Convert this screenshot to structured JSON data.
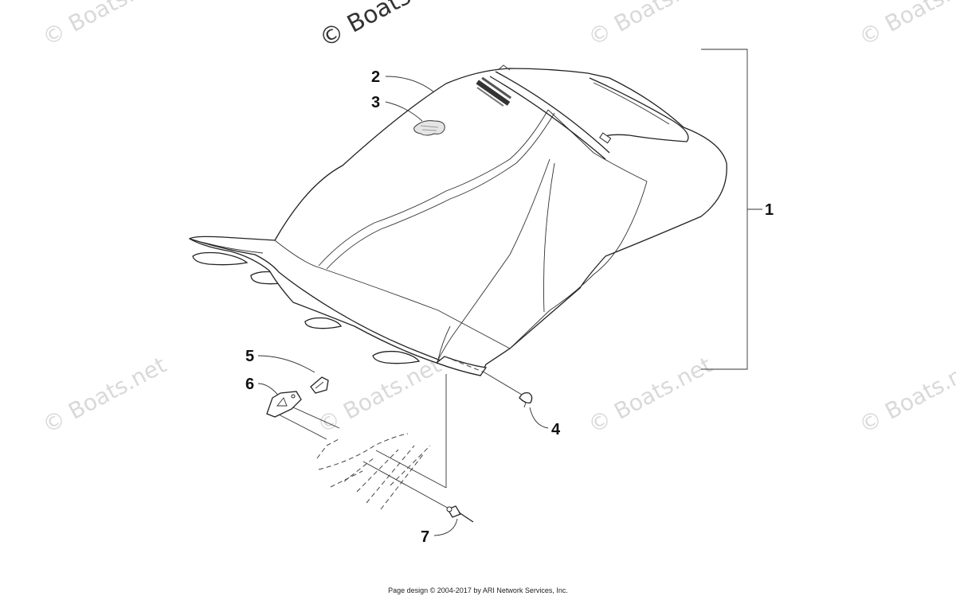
{
  "watermarks": {
    "small": "© Boats.net",
    "large": "© Boats.ne"
  },
  "callouts": [
    "1",
    "2",
    "3",
    "4",
    "5",
    "6",
    "7"
  ],
  "footer": "Page design © 2004-2017 by ARI Network Services, Inc.",
  "colors": {
    "line": "#222222",
    "watermark": "#d9d9d9",
    "background": "#ffffff"
  }
}
